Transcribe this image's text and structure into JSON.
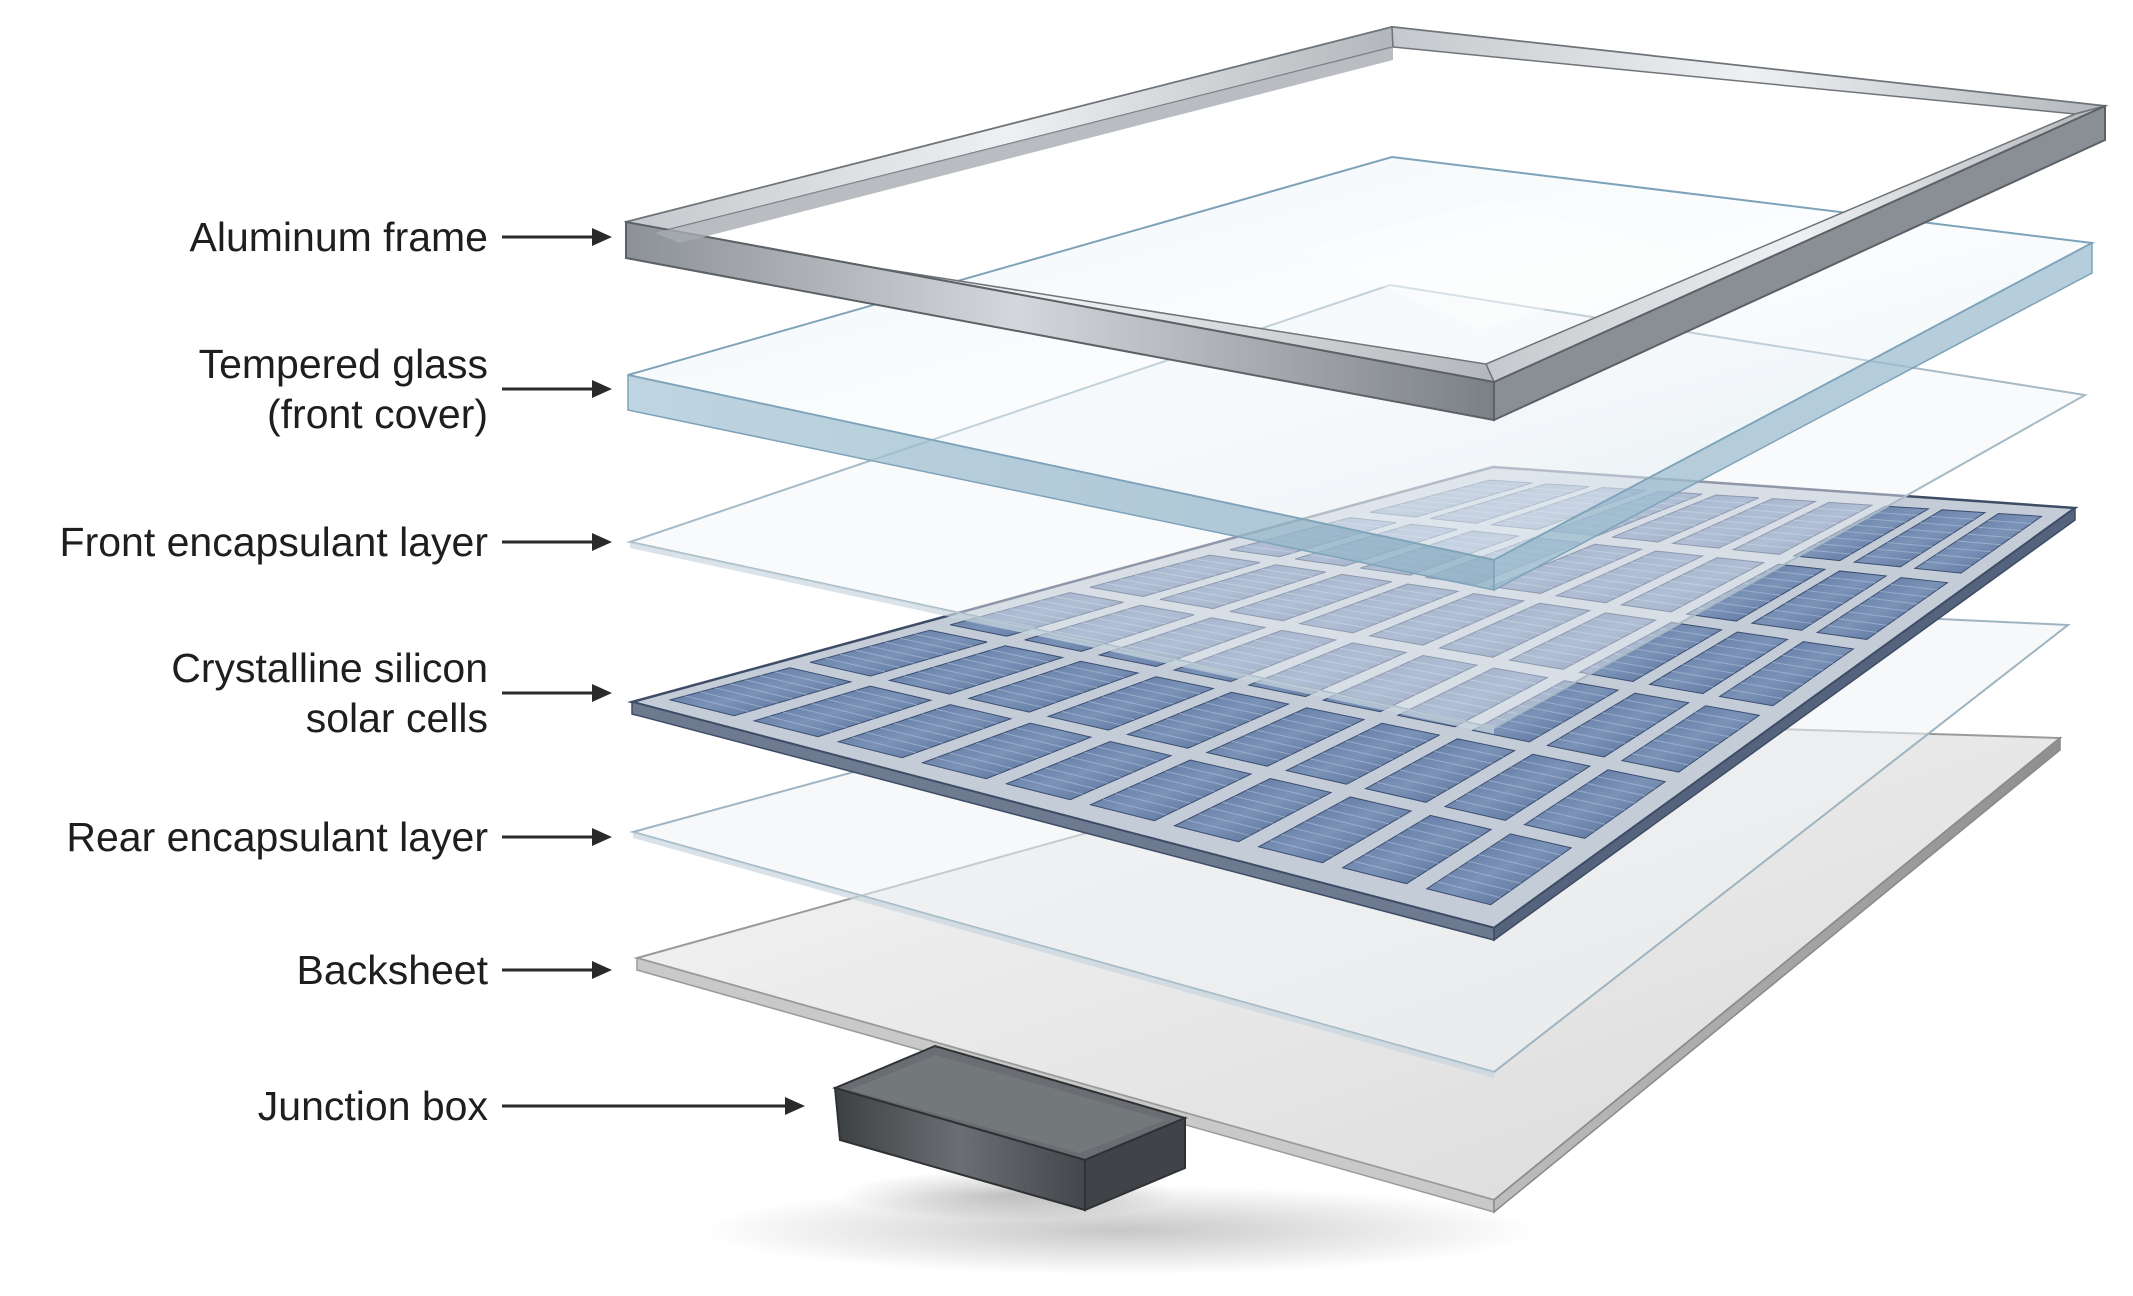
{
  "labels": {
    "aluminum_frame": "Aluminum frame",
    "tempered_glass_line1": "Tempered glass",
    "tempered_glass_line2": "(front cover)",
    "front_encapsulant": "Front encapsulant layer",
    "solar_cells_line1": "Crystalline silicon",
    "solar_cells_line2": "solar cells",
    "rear_encapsulant": "Rear encapsulant layer",
    "backsheet": "Backsheet",
    "junction_box": "Junction box"
  },
  "colors": {
    "frame": "#9da2a8",
    "glass": "#cfe0ea",
    "encapsulant": "#eef3f6",
    "cell": "#5d76a0",
    "cell_substrate": "#c4ccd8",
    "backsheet": "#ececec",
    "junction_box": "#5c5f63",
    "label_text": "#1e1e1e"
  },
  "panel_grid": {
    "columns": 6,
    "rows": 10
  }
}
